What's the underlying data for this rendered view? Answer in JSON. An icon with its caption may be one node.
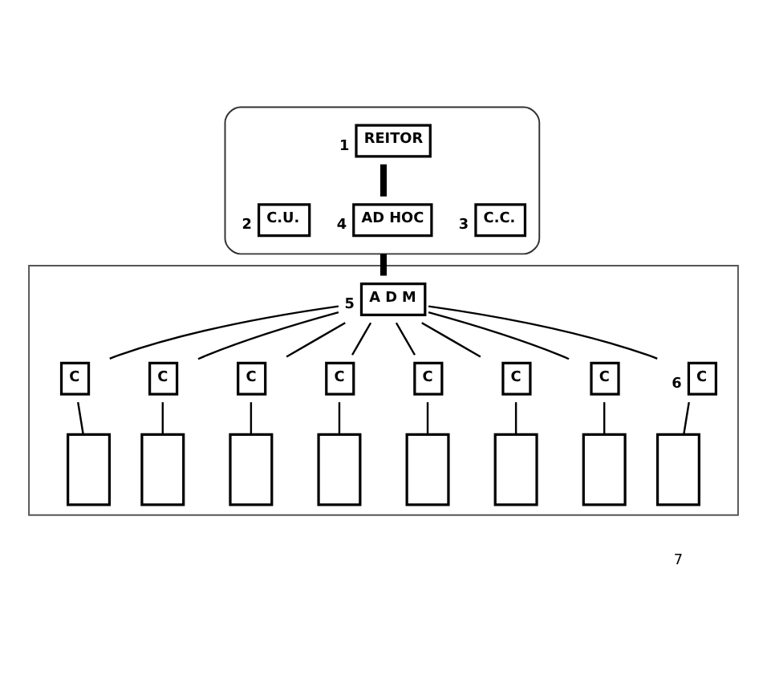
{
  "diagram": {
    "nodes": [
      {
        "text": [],
        "shape": "triangle"
      },
      {
        "text": [
          "REITOR"
        ],
        "in": 0,
        "beside": [
          "1"
        ]
      },
      {
        "text": [
          "C.U."
        ],
        "in": 0,
        "beside": [
          "2"
        ]
      },
      {
        "text": [
          "AD HOC"
        ],
        "in": 0,
        "beside": [
          "4"
        ]
      },
      {
        "text": [
          "C.C."
        ],
        "in": 0,
        "beside": [
          "3"
        ]
      },
      {
        "text": [],
        "shape": "box"
      },
      {
        "text": [
          "A D M"
        ],
        "in": 5,
        "beside": [
          "5"
        ]
      },
      {
        "text": [
          "C"
        ],
        "in": 5
      },
      {
        "text": [
          "C"
        ],
        "in": 5
      },
      {
        "text": [
          "C"
        ],
        "in": 5
      },
      {
        "text": [
          "C"
        ],
        "in": 5
      },
      {
        "text": [
          "C"
        ],
        "in": 5
      },
      {
        "text": [
          "C"
        ],
        "in": 5
      },
      {
        "text": [
          "C"
        ],
        "in": 5
      },
      {
        "text": [
          "C"
        ],
        "in": 5,
        "beside": [
          "6"
        ]
      },
      {
        "text": [],
        "shape": "box",
        "in": 5
      },
      {
        "text": [],
        "shape": "box",
        "in": 5
      },
      {
        "text": [],
        "shape": "box",
        "in": 5
      },
      {
        "text": [],
        "shape": "box",
        "in": 5
      },
      {
        "text": [],
        "shape": "box",
        "in": 5
      },
      {
        "text": [],
        "shape": "box",
        "in": 5
      },
      {
        "text": [],
        "shape": "box",
        "in": 5
      },
      {
        "text": [],
        "shape": "box",
        "in": 5
      }
    ],
    "edges": [
      {
        "from": 1,
        "to": 3,
        "arrow": "none",
        "style": "thick"
      },
      {
        "from": 0,
        "to": 6,
        "arrow": "none",
        "style": "thick"
      },
      {
        "from": 6,
        "to": 7,
        "arrow": "none"
      },
      {
        "from": 6,
        "to": 8,
        "arrow": "none"
      },
      {
        "from": 6,
        "to": 9,
        "arrow": "none"
      },
      {
        "from": 6,
        "to": 10,
        "arrow": "none"
      },
      {
        "from": 6,
        "to": 11,
        "arrow": "none"
      },
      {
        "from": 6,
        "to": 12,
        "arrow": "none"
      },
      {
        "from": 6,
        "to": 13,
        "arrow": "none"
      },
      {
        "from": 6,
        "to": 14,
        "arrow": "none"
      },
      {
        "from": 7,
        "to": 15,
        "arrow": "none"
      },
      {
        "from": 8,
        "to": 16,
        "arrow": "none"
      },
      {
        "from": 9,
        "to": 17,
        "arrow": "none"
      },
      {
        "from": 10,
        "to": 18,
        "arrow": "none"
      },
      {
        "from": 11,
        "to": 19,
        "arrow": "none"
      },
      {
        "from": 12,
        "to": 20,
        "arrow": "none"
      },
      {
        "from": 13,
        "to": 21,
        "arrow": "none"
      },
      {
        "from": 14,
        "to": 22,
        "arrow": "none"
      }
    ],
    "labels": [
      "7"
    ]
  }
}
